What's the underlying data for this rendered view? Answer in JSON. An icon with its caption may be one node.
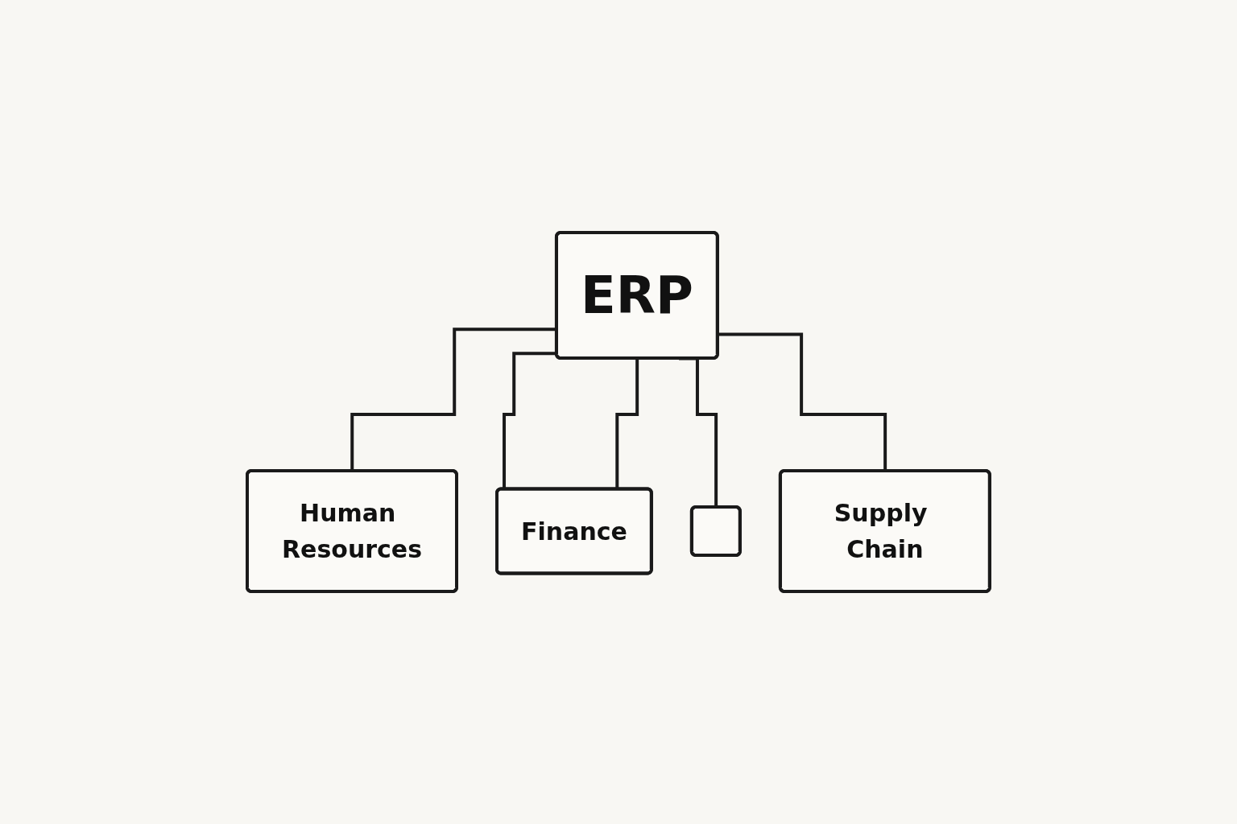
{
  "diagram": {
    "nodes": [
      {
        "text": [
          "ERP"
        ]
      },
      {
        "text": [
          "Human Resources"
        ]
      },
      {
        "text": [
          "Finance"
        ]
      },
      {
        "text": [],
        "shape": "box"
      },
      {
        "text": [
          "Supply Chain"
        ]
      }
    ],
    "edges": [
      {
        "from": 0,
        "to": 1,
        "arrow": "none"
      },
      {
        "from": 0,
        "to": 2,
        "arrow": "none"
      },
      {
        "from": 0,
        "to": 2,
        "arrow": "none"
      },
      {
        "from": 0,
        "to": 3,
        "arrow": "none"
      },
      {
        "from": 0,
        "to": 4,
        "arrow": "none"
      }
    ]
  }
}
